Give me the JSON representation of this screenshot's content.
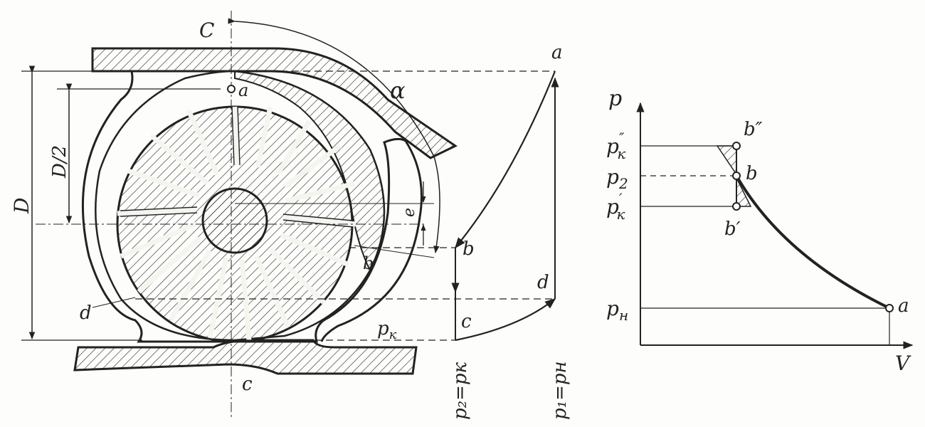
{
  "pump": {
    "labels": {
      "C_top": "C",
      "a_top": "a",
      "alpha": "α",
      "D": "D",
      "D_half": "D/2",
      "e": "e",
      "b_rotor": "b",
      "d_rotor": "d",
      "c_bottom": "c"
    }
  },
  "cycle": {
    "labels": {
      "a": "a",
      "b": "b",
      "c": "c",
      "d": "d",
      "pk": "p",
      "pk_sub": "к",
      "p2_eq_pk": "p₂=pк",
      "p1_eq_pn": "p₁=pн"
    }
  },
  "pv": {
    "labels": {
      "p_axis": "p",
      "V_axis": "V",
      "pk2": "p",
      "pk2_sub": "к",
      "pk2_sup": "″",
      "p2": "p",
      "p2_sub": "2",
      "pk1": "p",
      "pk1_sub": "к",
      "pk1_sup": "′",
      "pn": "p",
      "pn_sub": "н",
      "b2": "b″",
      "b": "b",
      "b1": "b′",
      "a": "a"
    }
  }
}
